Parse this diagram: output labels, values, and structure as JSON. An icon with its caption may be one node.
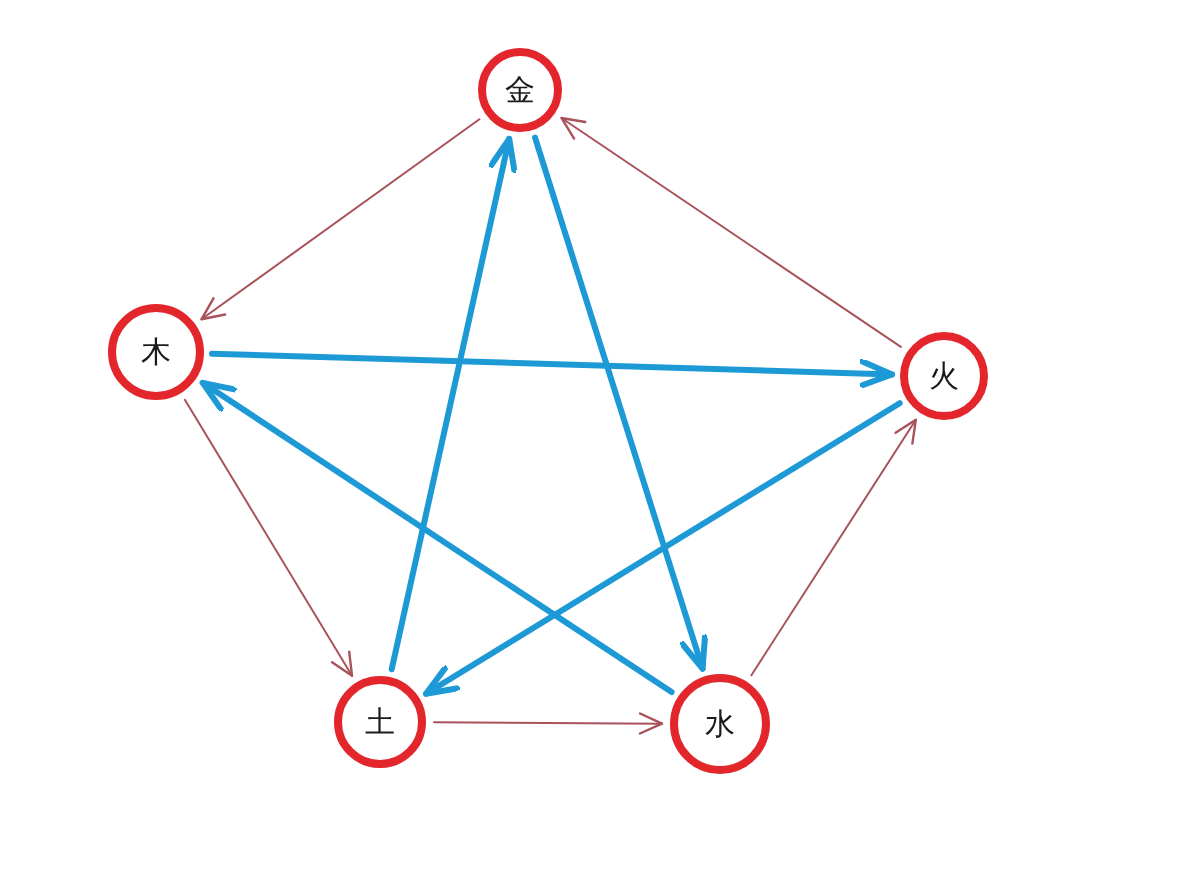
{
  "diagram": {
    "nodes": [
      {
        "text": [
          "金"
        ]
      },
      {
        "text": [
          "木"
        ]
      },
      {
        "text": [
          "火"
        ]
      },
      {
        "text": [
          "土"
        ]
      },
      {
        "text": [
          "水"
        ]
      }
    ],
    "edges": [
      {
        "from": 0,
        "to": 1,
        "arrow": "to"
      },
      {
        "from": 1,
        "to": 3,
        "arrow": "to"
      },
      {
        "from": 3,
        "to": 4,
        "arrow": "to"
      },
      {
        "from": 4,
        "to": 2,
        "arrow": "to"
      },
      {
        "from": 2,
        "to": 0,
        "arrow": "to"
      },
      {
        "from": 1,
        "to": 2,
        "arrow": "to",
        "style": "thick",
        "color": "#1d9ad6"
      },
      {
        "from": 2,
        "to": 3,
        "arrow": "to",
        "style": "thick",
        "color": "#1d9ad6"
      },
      {
        "from": 3,
        "to": 0,
        "arrow": "to",
        "style": "thick",
        "color": "#1d9ad6"
      },
      {
        "from": 0,
        "to": 4,
        "arrow": "to",
        "style": "thick",
        "color": "#1d9ad6"
      },
      {
        "from": 4,
        "to": 1,
        "arrow": "to",
        "style": "thick",
        "color": "#1d9ad6"
      }
    ]
  }
}
